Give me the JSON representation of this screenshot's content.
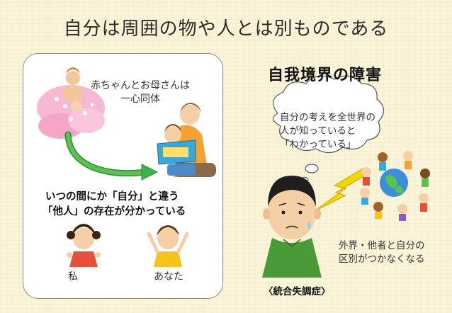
{
  "title": "自分は周囲の物や人とは別ものである",
  "left": {
    "baby_caption_line1": "赤ちゃんとお母さんは",
    "baby_caption_line2": "一心同体",
    "separation_line1": "いつの間にか「自分」と違う",
    "separation_line2": "「他人」の存在が分かっている",
    "label_me": "私",
    "label_you": "あなた"
  },
  "right": {
    "title": "自我境界の障害",
    "thought_line1": "自分の考えを全世界の",
    "thought_line2": "人が知っていると",
    "thought_line3": "「わかっている」",
    "note_line1": "外界・他者と自分の",
    "note_line2": "区別がつかなくなる",
    "disease": "〈統合失調症〉"
  },
  "colors": {
    "background": "#faf3d8",
    "arrow": "#3bb34a",
    "lightning": "#f2d600",
    "baby_blob": "#f7b8d4"
  },
  "icons": [
    "mother-baby-illustration",
    "mother-reading-illustration",
    "girl-illustration",
    "boy-illustration",
    "man-illustration",
    "world-children-illustration",
    "lightning-icon",
    "thought-bubble-icon",
    "green-arrow-icon"
  ]
}
